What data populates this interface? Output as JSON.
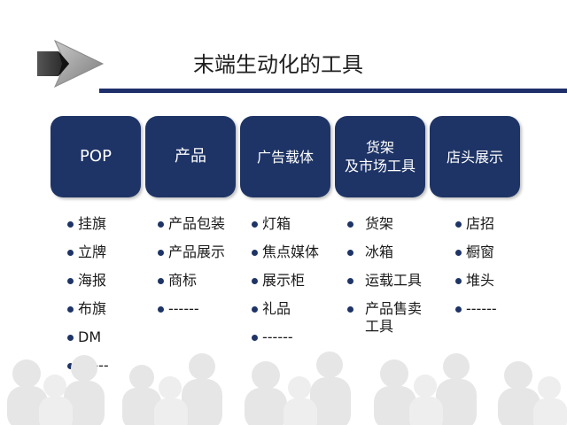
{
  "slide": {
    "title": "末端生动化的工具",
    "colors": {
      "accent": "#1e3466",
      "rule": "#1f2f6b"
    },
    "logo_icon": "arrow-chevron-icon",
    "categories": [
      {
        "label": "POP",
        "items": [
          "挂旗",
          "立牌",
          "海报",
          "布旗",
          "DM",
          "------"
        ]
      },
      {
        "label": "产品",
        "items": [
          "产品包装",
          "产品展示",
          "商标",
          "------"
        ]
      },
      {
        "label": "广告载体",
        "items": [
          "灯箱",
          "焦点媒体",
          "展示柜",
          "礼品",
          "------"
        ]
      },
      {
        "label": "货架\n及市场工具",
        "items": [
          "货架",
          "冰箱",
          "运载工具",
          "产品售卖\n工具"
        ]
      },
      {
        "label": "店头展示",
        "items": [
          "店招",
          "橱窗",
          "堆头",
          "------"
        ]
      }
    ]
  }
}
